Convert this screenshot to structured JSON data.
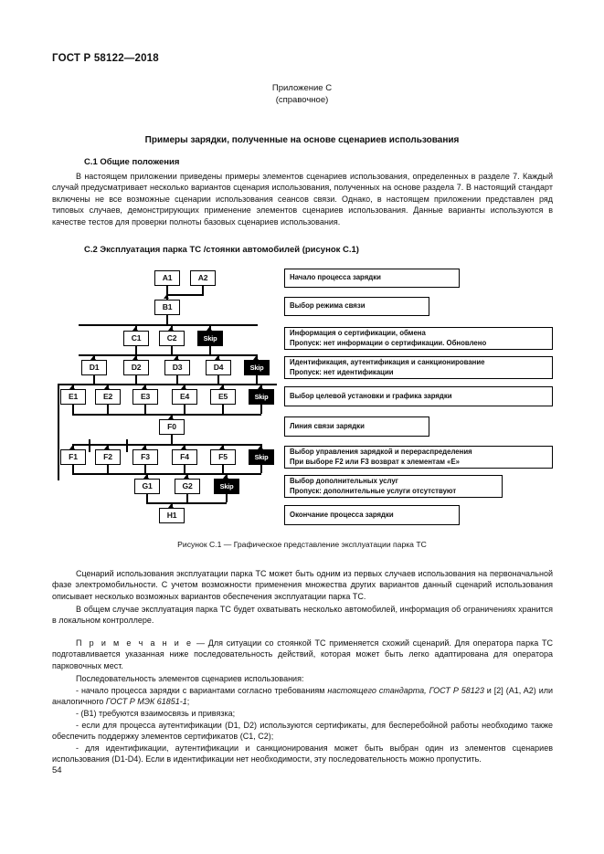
{
  "document": {
    "standard_header": "ГОСТ Р 58122—2018",
    "page_number": "54"
  },
  "appendix": {
    "title": "Приложение С",
    "subtitle": "(справочное)",
    "main_title": "Примеры зарядки, полученные на основе сценариев использования"
  },
  "sections": {
    "c1_heading": "С.1  Общие положения",
    "c1_paragraph": "В настоящем приложении приведены примеры элементов сценариев использования, определенных в разделе 7. Каждый случай предусматривает несколько вариантов сценария использования, полученных на основе раздела 7. В настоящий стандарт включены не все возможные сценарии использования сеансов связи. Однако, в настоящем приложении представлен ряд типовых случаев, демонстрирующих применение элементов сценариев использования. Данные варианты используются в качестве тестов для проверки полноты базовых сценариев использования.",
    "c2_heading": "С.2  Эксплуатация парка ТС /стоянки автомобилей (рисунок С.1)"
  },
  "figure": {
    "caption": "Рисунок С.1 — Графическое представление эксплуатации парка ТС",
    "skip_label": "Skip",
    "nodes": {
      "a1": "A1",
      "a2": "A2",
      "b1": "B1",
      "c1": "C1",
      "c2": "C2",
      "d1": "D1",
      "d2": "D2",
      "d3": "D3",
      "d4": "D4",
      "e1": "E1",
      "e2": "E2",
      "e3": "E3",
      "e4": "E4",
      "e5": "E5",
      "f0": "F0",
      "f1": "F1",
      "f2": "F2",
      "f3": "F3",
      "f4": "F4",
      "f5": "F5",
      "g1": "G1",
      "g2": "G2",
      "h1": "H1"
    },
    "labels": {
      "start": "Начало процесса зарядки",
      "mode": "Выбор режима связи",
      "cert_line1": "Информация о сертификации, обмена",
      "cert_line2": "Пропуск: нет информации о сертификации. Обновлено",
      "ident_line1": "Идентификация, аутентификация и санкционирование",
      "ident_line2": "Пропуск: нет идентификации",
      "target": "Выбор целевой установки и графика зарядки",
      "link": "Линия связи зарядки",
      "ctrl_line1": "Выбор управления зарядкой и перераспределения",
      "ctrl_line2": "При выборе F2 или F3 возврат к элементам «E»",
      "extra_line1": "Выбор дополнительных услуг",
      "extra_line2": "Пропуск: дополнительные услуги отсутствуют",
      "end": "Окончание процесса зарядки"
    }
  },
  "body": {
    "p1": "Сценарий использования эксплуатации парка ТС может быть одним из первых случаев использования на первоначальной фазе электромобильности. С учетом возможности применения множества других вариантов данный сценарий использования описывает несколько возможных вариантов обеспечения эксплуатации парка ТС.",
    "p2": "В общем случае эксплуатация парка ТС будет охватывать несколько автомобилей, информация об ограничениях хранится в локальном контроллере.",
    "note_label": "П р и м е ч а н и е",
    "note_text": " — Для ситуации со стоянкой ТС применяется схожий сценарий. Для оператора парка ТС подготавливается указанная ниже последовательность действий, которая может быть легко адаптирована для оператора парковочных мест.",
    "list_intro": "Последовательность элементов сценариев использования:",
    "bullet1_a": "- начало процесса зарядки с вариантами согласно требованиям ",
    "bullet1_it1": "настоящего стандарта, ГОСТ Р 58123",
    "bullet1_b": " и ",
    "bullet1_ref": "[2]",
    "bullet1_c": " (A1, A2) или аналогичного ",
    "bullet1_it2": "ГОСТ Р МЭК 61851-1",
    "bullet1_d": ";",
    "bullet2": "- (B1) требуются взаимосвязь и привязка;",
    "bullet3": "- если для процесса аутентификации (D1, D2) используются сертификаты, для бесперебойной работы необходимо также обеспечить поддержку элементов сертификатов (C1, C2);",
    "bullet4": "- для идентификации, аутентификации и санкционирования может быть выбран один из элементов сценариев использования (D1-D4). Если в идентификации нет необходимости, эту последовательность можно пропустить."
  }
}
